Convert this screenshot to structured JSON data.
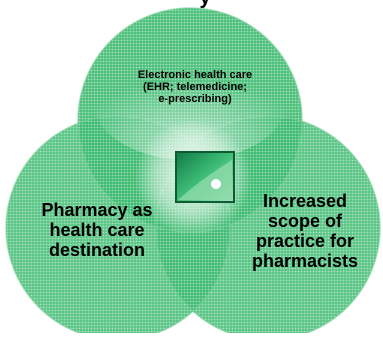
{
  "diagram": {
    "partial_title": "y",
    "circles": [
      {
        "name": "top",
        "lines": [
          "Electronic health care",
          "(EHR; telemedicine;",
          "e-prescribing)"
        ]
      },
      {
        "name": "left",
        "lines": [
          "Pharmacy as",
          "health care",
          "destination"
        ]
      },
      {
        "name": "right",
        "lines": [
          "Increased",
          "scope of",
          "practice for",
          "pharmacists"
        ]
      }
    ],
    "colors": {
      "circle_fill": "#33b26a",
      "circle_light": "#b8e6c8",
      "center_square": "#1f9a5a",
      "center_glow": "#ffffff"
    },
    "center_icon": "green-square-with-dot"
  }
}
